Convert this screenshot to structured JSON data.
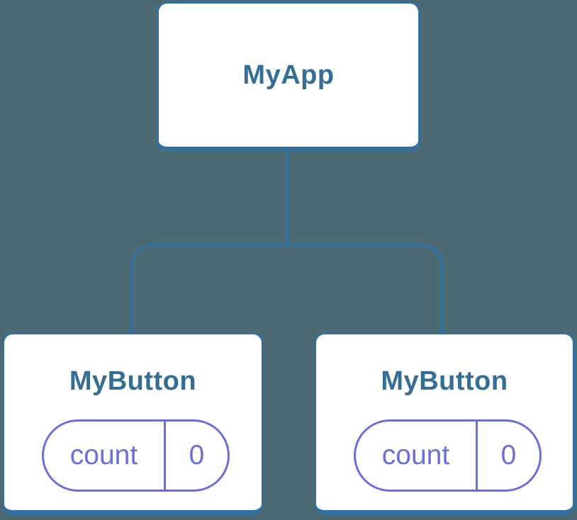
{
  "diagram": {
    "type": "component-tree",
    "colors": {
      "background": "#4C6972",
      "node_fill": "#FFFFFF",
      "node_border": "#2F70A1",
      "connector": "#2F70A1",
      "title_text": "#346E94",
      "state_accent": "#6A6FDB"
    },
    "tree": {
      "root": {
        "label": "MyApp"
      },
      "children": [
        {
          "label": "MyButton",
          "state": {
            "key": "count",
            "value": "0"
          }
        },
        {
          "label": "MyButton",
          "state": {
            "key": "count",
            "value": "0"
          }
        }
      ]
    }
  }
}
